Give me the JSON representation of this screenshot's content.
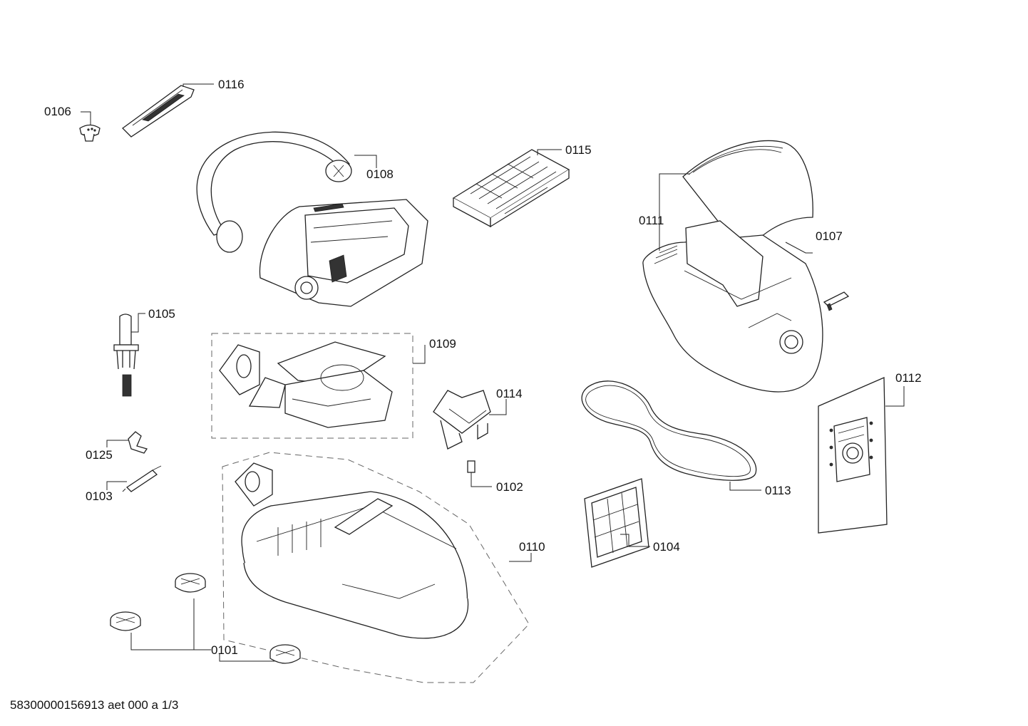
{
  "labels": {
    "p0101": "0101",
    "p0102": "0102",
    "p0103": "0103",
    "p0104": "0104",
    "p0105": "0105",
    "p0106": "0106",
    "p0107": "0107",
    "p0108": "0108",
    "p0109": "0109",
    "p0110": "0110",
    "p0111": "0111",
    "p0112": "0112",
    "p0113": "0113",
    "p0114": "0114",
    "p0115": "0115",
    "p0116": "0116",
    "p0125": "0125"
  },
  "footer": "58300000156913 aet 000 a 1/3"
}
